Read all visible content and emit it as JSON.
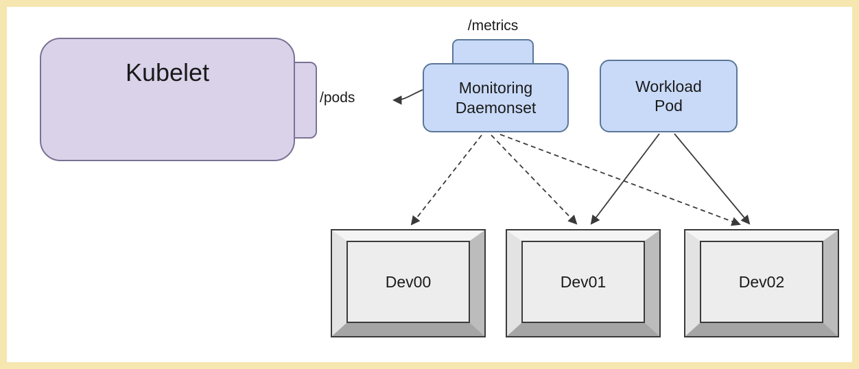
{
  "colors": {
    "frame": "#f6e7b0",
    "canvas": "#ffffff",
    "kubelet_fill": "#d9d2e9",
    "kubelet_border": "#7a7194",
    "pod_fill": "#c9daf8",
    "pod_border": "#5a7699",
    "device_face": "#ededed",
    "line": "#3a3a3a"
  },
  "nodes": {
    "kubelet": {
      "label": "Kubelet"
    },
    "pods_endpoint_label": "/pods",
    "metrics_endpoint_label": "/metrics",
    "monitoring_daemonset": {
      "lines": [
        "Monitoring",
        "Daemonset"
      ]
    },
    "workload_pod": {
      "lines": [
        "Workload",
        "Pod"
      ]
    },
    "devices": [
      {
        "label": "Dev00"
      },
      {
        "label": "Dev01"
      },
      {
        "label": "Dev02"
      }
    ]
  },
  "edges": [
    {
      "from": "monitoring-daemonset",
      "to": "kubelet-pods-endpoint",
      "style": "solid-arrow"
    },
    {
      "from": "monitoring-daemonset",
      "to": "dev00",
      "style": "dashed-arrow"
    },
    {
      "from": "monitoring-daemonset",
      "to": "dev01",
      "style": "dashed-arrow"
    },
    {
      "from": "monitoring-daemonset",
      "to": "dev02",
      "style": "dashed-arrow"
    },
    {
      "from": "workload-pod",
      "to": "dev01",
      "style": "solid-arrow"
    },
    {
      "from": "workload-pod",
      "to": "dev02",
      "style": "solid-arrow"
    }
  ]
}
